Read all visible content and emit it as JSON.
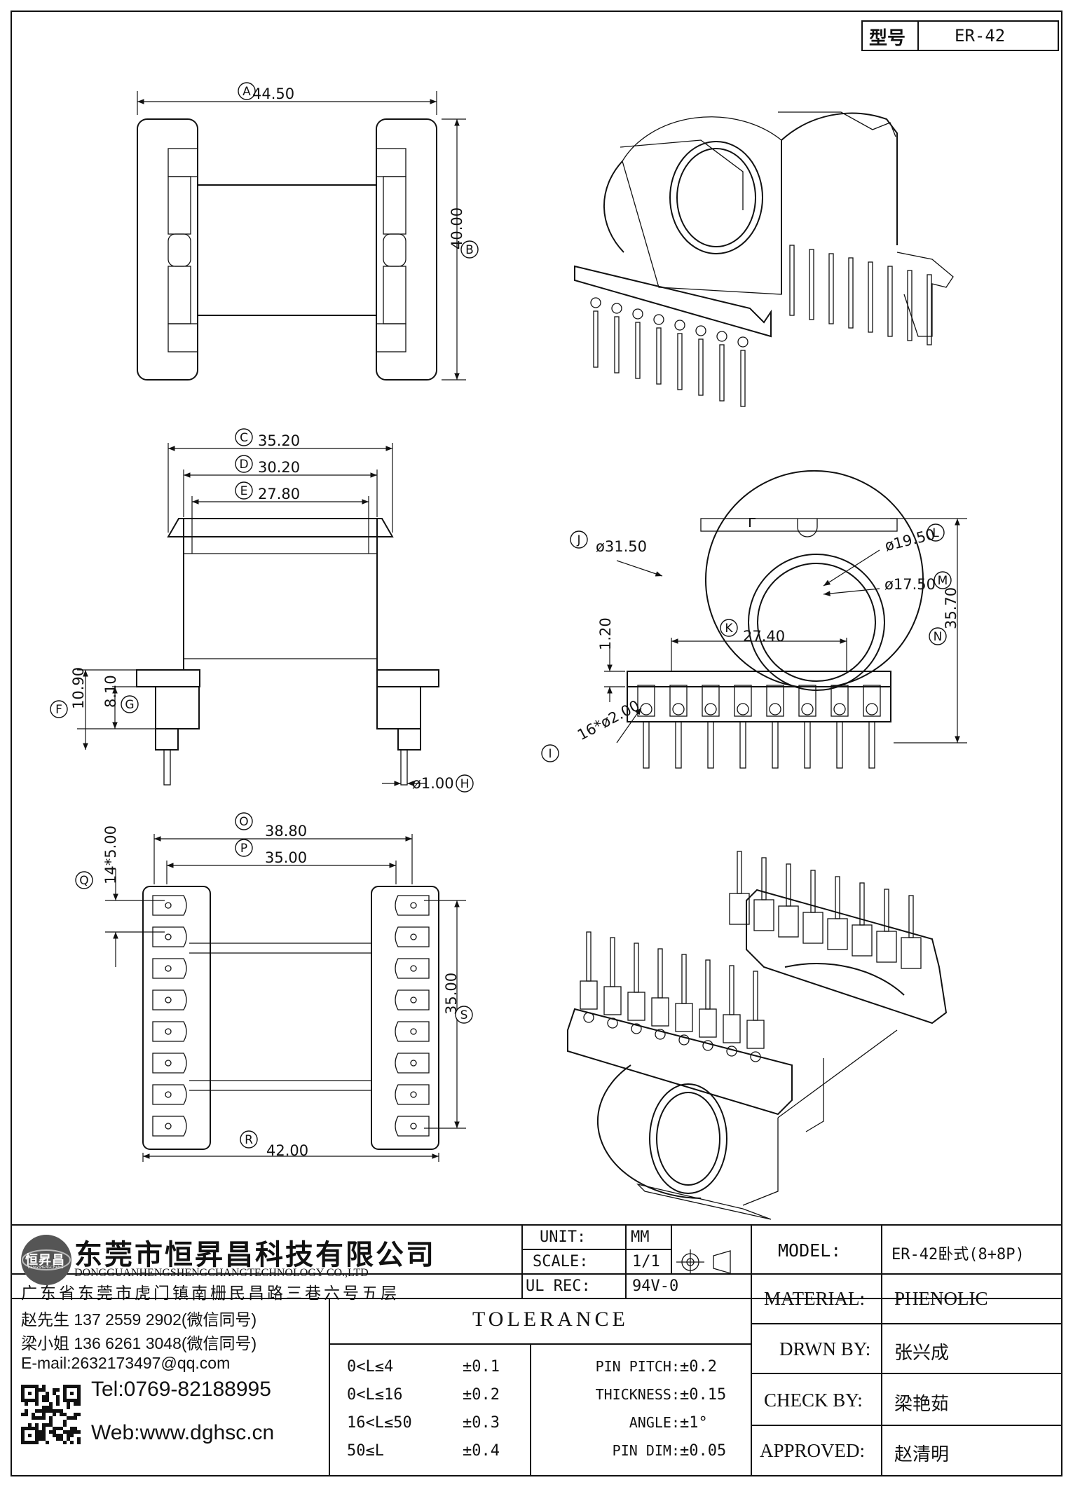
{
  "model_box": {
    "label": "型号",
    "value": "ER-42"
  },
  "dimensions": {
    "A": "44.50",
    "B": "40.00",
    "C": "35.20",
    "D": "30.20",
    "E": "27.80",
    "F": "10.90",
    "G": "8.10",
    "H": "ø1.00",
    "I": "16*ø2.00",
    "J": "ø31.50",
    "K": "27.40",
    "L": "ø19.50",
    "M": "ø17.50",
    "N": "35.70",
    "N_small": "1.20",
    "O": "38.80",
    "P": "35.00",
    "Q": "14*5.00",
    "R": "42.00",
    "S": "35.00"
  },
  "dimension_letters": [
    "A",
    "B",
    "C",
    "D",
    "E",
    "F",
    "G",
    "H",
    "I",
    "J",
    "K",
    "L",
    "M",
    "N",
    "O",
    "P",
    "Q",
    "R",
    "S"
  ],
  "company": {
    "logo_text": "恒昇昌",
    "logo_sub": "HENGSHENGCHANG",
    "name_cn": "东莞市恒昇昌科技有限公司",
    "name_en": "DONGGUANHENGSHENGCHANGTECHNOLOGY CO.,LTD",
    "address": "广东省东莞市虎门镇南栅民昌路三巷六号五层",
    "contacts": [
      "赵先生 137 2559 2902(微信同号)",
      "梁小姐 136 6261 3048(微信同号)",
      "E-mail:2632173497@qq.com"
    ],
    "tel": "Tel:0769-82188995",
    "web": "Web:www.dghsc.cn"
  },
  "spec": {
    "unit_label": "UNIT:",
    "unit": "MM",
    "scale_label": "SCALE:",
    "scale": "1/1",
    "ulrec_label": "UL REC:",
    "ulrec": "94V-0"
  },
  "title_block": {
    "model_label": "MODEL:",
    "model": "ER-42卧式(8+8P)",
    "material_label": "MATERIAL:",
    "material": "PHENOLIC",
    "drawn_label": "DRWN BY:",
    "drawn": "张兴成",
    "check_label": "CHECK BY:",
    "check": "梁艳茹",
    "approved_label": "APPROVED:",
    "approved": "赵清明"
  },
  "tolerance": {
    "title": "TOLERANCE",
    "rows": [
      {
        "range": "0<L≤4",
        "tol": "±0.1"
      },
      {
        "range": "0<L≤16",
        "tol": "±0.2"
      },
      {
        "range": "16<L≤50",
        "tol": "±0.3"
      },
      {
        "range": "50≤L",
        "tol": "±0.4"
      }
    ],
    "right": [
      {
        "label": "PIN PITCH:",
        "tol": "±0.2"
      },
      {
        "label": "THICKNESS:",
        "tol": "±0.15"
      },
      {
        "label": "ANGLE:",
        "tol": "±1°"
      },
      {
        "label": "PIN DIM:",
        "tol": "±0.05"
      }
    ]
  }
}
